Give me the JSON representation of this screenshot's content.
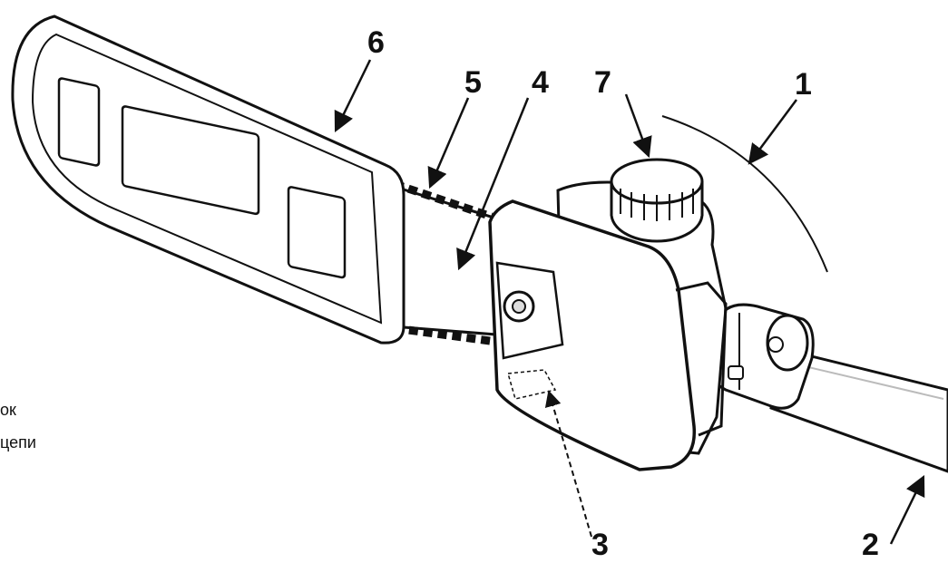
{
  "callouts": {
    "c1": "1",
    "c2": "2",
    "c3": "3",
    "c4": "4",
    "c5": "5",
    "c6": "6",
    "c7": "7"
  },
  "side_text": {
    "line1": "ок",
    "line2": "цепи"
  },
  "colors": {
    "line": "#111111",
    "fill": "#ffffff",
    "shade": "#e9e9e9"
  }
}
